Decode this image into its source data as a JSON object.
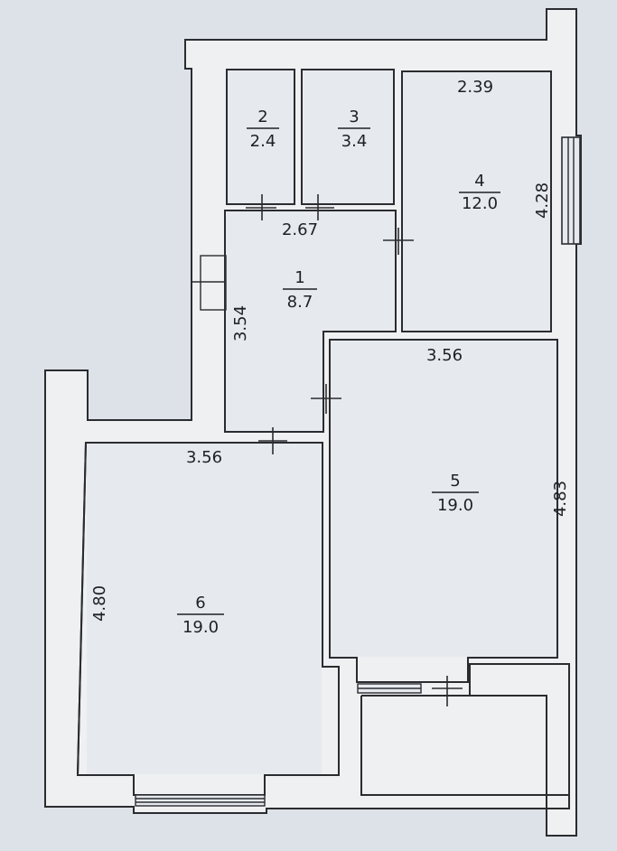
{
  "rooms": [
    {
      "number": "1",
      "area": "8.7"
    },
    {
      "number": "2",
      "area": "2.4"
    },
    {
      "number": "3",
      "area": "3.4"
    },
    {
      "number": "4",
      "area": "12.0"
    },
    {
      "number": "5",
      "area": "19.0"
    },
    {
      "number": "6",
      "area": "19.0"
    }
  ],
  "dimensions": {
    "room4_width": "2.39",
    "room4_height": "4.28",
    "room1_width": "2.67",
    "room1_height": "3.54",
    "room5_width": "3.56",
    "room5_height": "4.83",
    "room6_width": "3.56",
    "room6_height": "4.80"
  }
}
